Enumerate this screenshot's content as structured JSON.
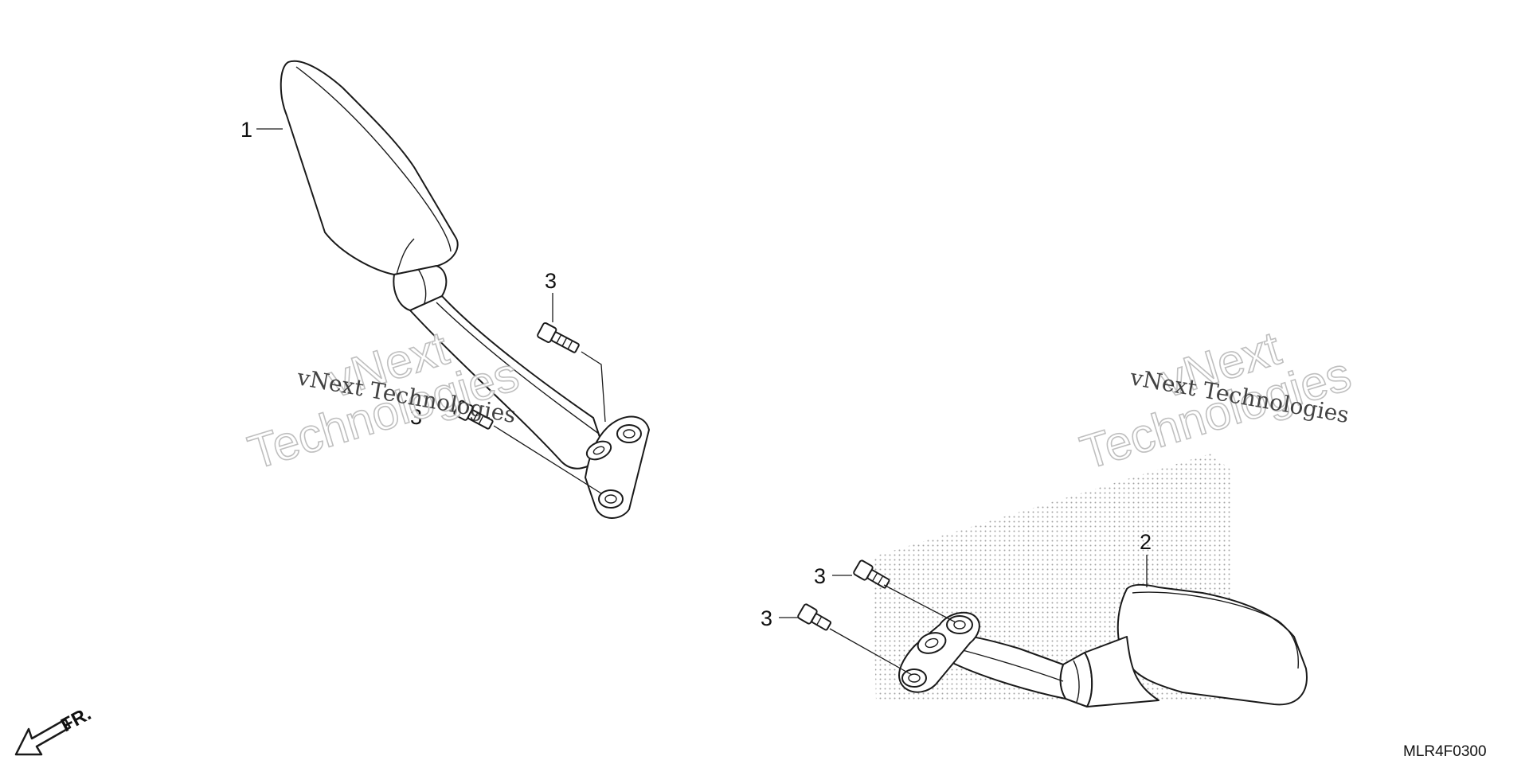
{
  "diagram": {
    "callouts": {
      "left_mirror": "1",
      "right_mirror": "2",
      "bolt_left_upper": "3",
      "bolt_left_lower": "3",
      "bolt_right_upper": "3",
      "bolt_right_lower": "3"
    },
    "front_marker": "FR.",
    "diagram_code": "MLR4F0300"
  },
  "watermark": {
    "line_small": "vNext Technologies",
    "line_big_1": "vNext",
    "line_big_2": "Technologies"
  },
  "colors": {
    "line": "#1a1a1a",
    "watermark_outline": "#b9b9b9",
    "shading_dots": "#7a7a7a"
  }
}
